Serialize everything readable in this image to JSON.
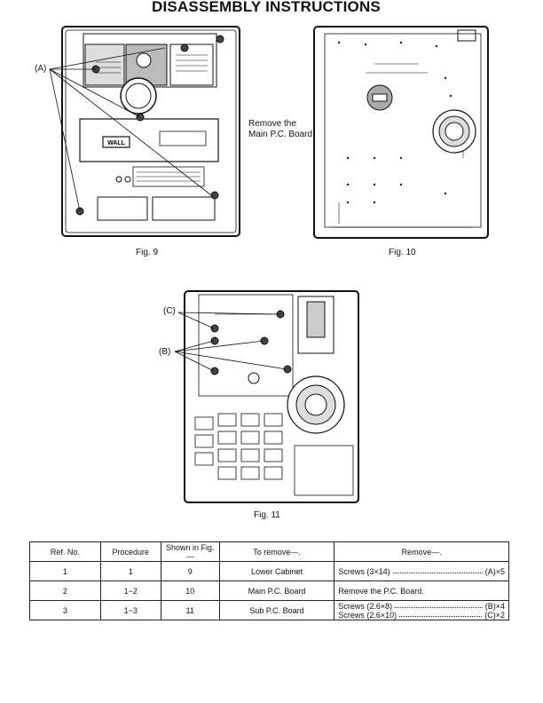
{
  "title": "DISASSEMBLY INSTRUCTIONS",
  "figures": {
    "fig9": {
      "caption": "Fig. 9",
      "label_a": "(A)",
      "wall": "WALL"
    },
    "fig10": {
      "caption": "Fig. 10",
      "note_line1": "Remove the",
      "note_line2": "Main P.C. Board."
    },
    "fig11": {
      "caption": "Fig. 11",
      "label_c": "(C)",
      "label_b": "(B)"
    }
  },
  "table": {
    "headers": [
      "Ref. No.",
      "Procedure",
      "Shown in Fig.—",
      "To remove—.",
      "Remove—."
    ],
    "rows": [
      {
        "ref": "1",
        "procedure": "1",
        "fig": "9",
        "to_remove": "Lower Cabinet",
        "remove": [
          {
            "item": "Screws (3×14)",
            "qty": "(A)×5"
          }
        ]
      },
      {
        "ref": "2",
        "procedure": "1~2",
        "fig": "10",
        "to_remove": "Main P.C. Board",
        "remove_text": "Remove the P.C. Board."
      },
      {
        "ref": "3",
        "procedure": "1~3",
        "fig": "11",
        "to_remove": "Sub P.C. Board",
        "remove": [
          {
            "item": "Screws (2.6×8)",
            "qty": "(B)×4"
          },
          {
            "item": "Screws (2.6×10)",
            "qty": "(C)×2"
          }
        ]
      }
    ]
  }
}
